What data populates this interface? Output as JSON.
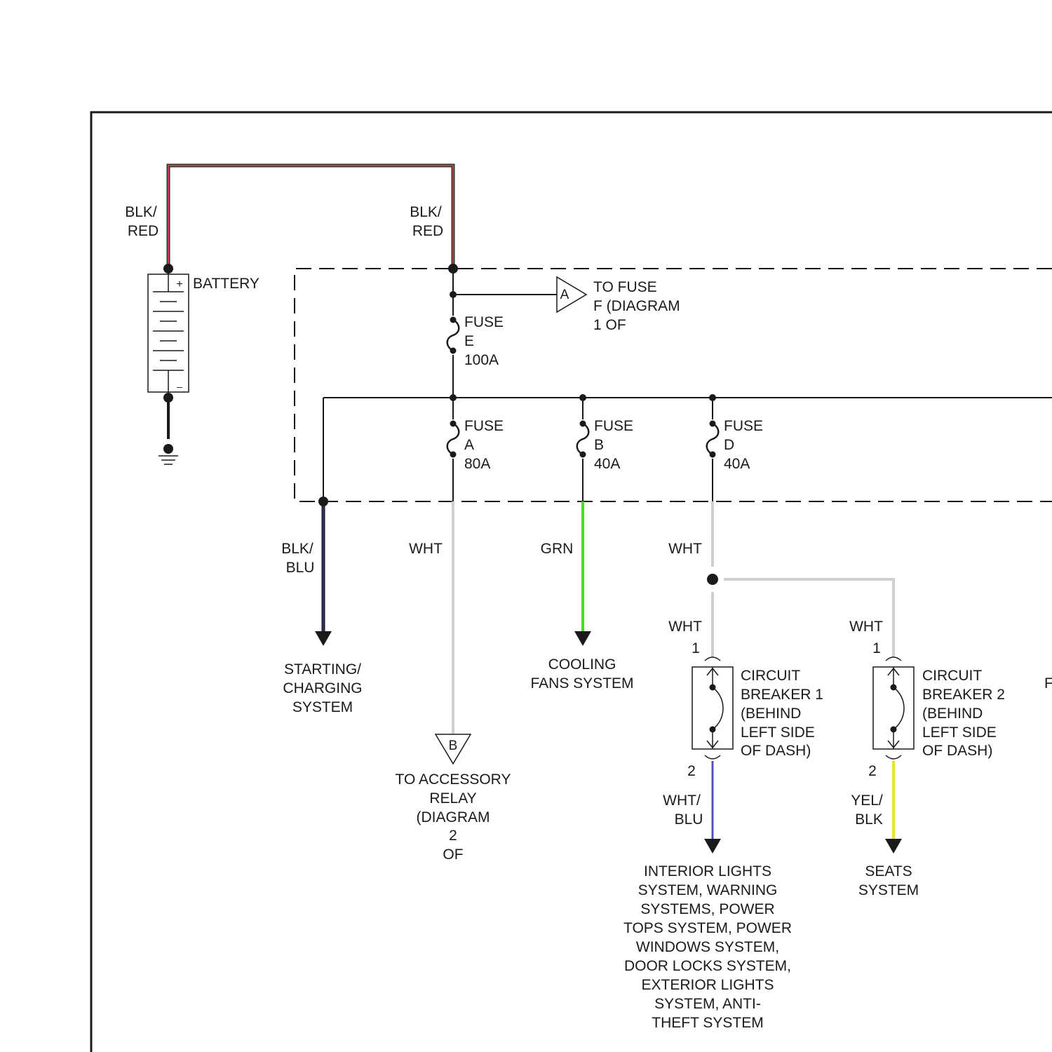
{
  "battery": {
    "label": "BATTERY",
    "plus": "+",
    "minus": "–",
    "wire_left": [
      "BLK/",
      "RED"
    ],
    "wire_right": [
      "BLK/",
      "RED"
    ]
  },
  "connector_a": {
    "letter": "A",
    "text": [
      "TO FUSE",
      "F (DIAGRAM",
      "1 OF"
    ]
  },
  "fuse_e": {
    "lines": [
      "FUSE",
      "E",
      "100A"
    ]
  },
  "fuse_a": {
    "lines": [
      "FUSE",
      "A",
      "80A"
    ]
  },
  "fuse_b": {
    "lines": [
      "FUSE",
      "B",
      "40A"
    ]
  },
  "fuse_d": {
    "lines": [
      "FUSE",
      "D",
      "40A"
    ]
  },
  "starting": {
    "wire": [
      "BLK/",
      "BLU"
    ],
    "text": [
      "STARTING/",
      "CHARGING",
      "SYSTEM"
    ]
  },
  "accessory": {
    "wire": "WHT",
    "letter": "B",
    "text": [
      "TO ACCESSORY",
      "RELAY",
      "(DIAGRAM",
      "2",
      "OF"
    ]
  },
  "cooling": {
    "wire": "GRN",
    "text": [
      "COOLING",
      "FANS SYSTEM"
    ]
  },
  "fuse_d_out": {
    "wire": "WHT"
  },
  "cb1": {
    "wire_in": "WHT",
    "pin_in": "1",
    "pin_out": "2",
    "text": [
      "CIRCUIT",
      "BREAKER 1",
      "(BEHIND",
      "LEFT SIDE",
      "OF DASH)"
    ],
    "wire_out": [
      "WHT/",
      "BLU"
    ],
    "dest": [
      "INTERIOR LIGHTS",
      "SYSTEM, WARNING",
      "SYSTEMS, POWER",
      "TOPS SYSTEM, POWER",
      "WINDOWS SYSTEM,",
      "DOOR LOCKS SYSTEM,",
      "EXTERIOR LIGHTS",
      "SYSTEM, ANTI-",
      "THEFT SYSTEM"
    ]
  },
  "cb2": {
    "wire_in": "WHT",
    "pin_in": "1",
    "pin_out": "2",
    "text": [
      "CIRCUIT",
      "BREAKER 2",
      "(BEHIND",
      "LEFT SIDE",
      "OF DASH)"
    ],
    "wire_out": [
      "YEL/",
      "BLK"
    ],
    "dest": [
      "SEATS",
      "SYSTEM"
    ]
  },
  "cut_off_text": "F",
  "colors": {
    "blk_red": "#c0404a",
    "blk_blu": "#303070",
    "wht": "#d0d0d0",
    "grn": "#44dd22",
    "wht_blu": "#5050c0",
    "yel_blk": "#e6e632",
    "line": "#1a1a1a"
  }
}
